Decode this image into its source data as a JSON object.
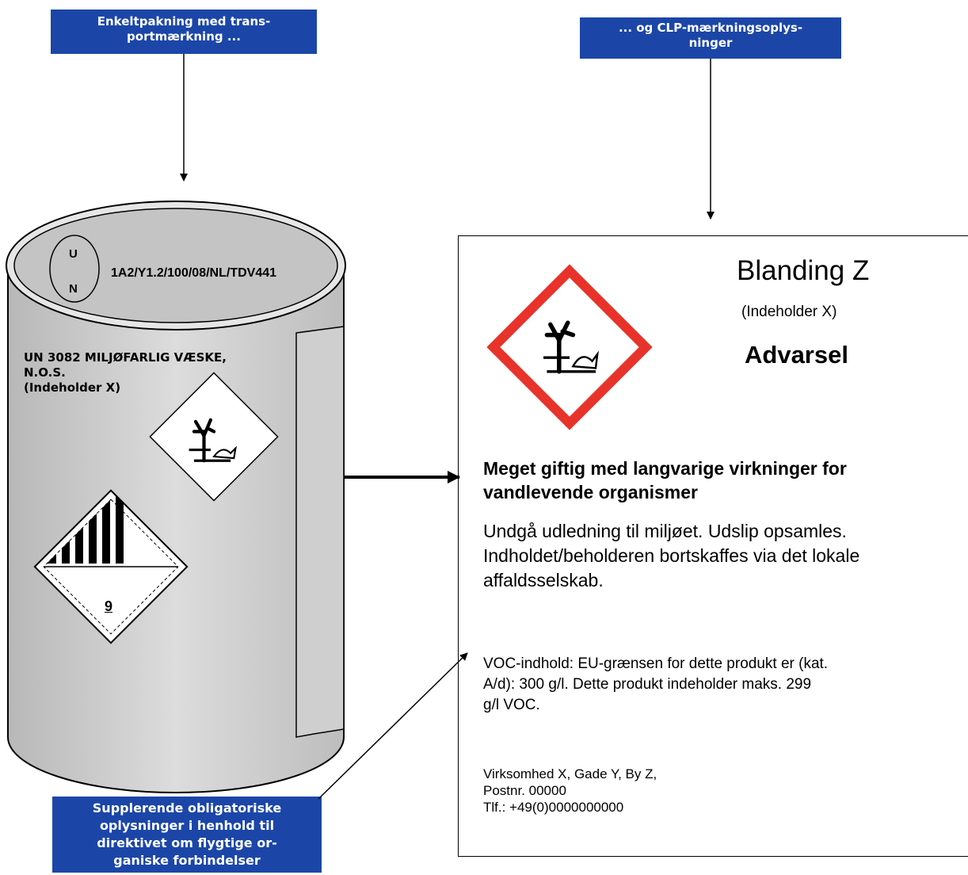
{
  "callouts": {
    "top_left": [
      "Enkeltpakning med trans-",
      "portmærkning ..."
    ],
    "top_right": [
      "... og CLP-mærkningsoplys-",
      "ninger"
    ],
    "bottom_left": [
      "Supplerende obligatoriske",
      "oplysninger i henhold til",
      "direktivet om flygtige or-",
      "ganiske forbindelser"
    ]
  },
  "drum": {
    "un_symbol_top": "U",
    "un_symbol_bottom": "N",
    "packaging_code": "1A2/Y1.2/100/08/NL/TDV441",
    "shipping_name": [
      "UN 3082  MILJØFARLIG VÆSKE,",
      "N.O.S.",
      "(Indeholder X)"
    ],
    "class_number": "9"
  },
  "clp_label": {
    "product_name": "Blanding Z",
    "contains": "(Indeholder X)",
    "signal_word": "Advarsel",
    "hazard_statement": [
      "Meget giftig med langvarige virkninger for",
      "vandlevende organismer"
    ],
    "precautionary": [
      "Undgå udledning til miljøet. Udslip opsamles.",
      "Indholdet/beholderen bortskaffes via det lokale",
      "affaldsselskab."
    ],
    "voc": [
      "VOC-indhold: EU-grænsen for dette produkt er (kat.",
      "A/d): 300 g/l. Dette produkt indeholder maks. 299",
      "g/l VOC."
    ],
    "supplier": [
      "Virksomhed X, Gade Y, By Z,",
      "Postnr. 00000",
      "Tlf.: +49(0)0000000000"
    ]
  },
  "colors": {
    "callout_bg": "#1b46a8",
    "drum_fill": "#d2d2d2",
    "pictogram_border": "#e8332a"
  }
}
